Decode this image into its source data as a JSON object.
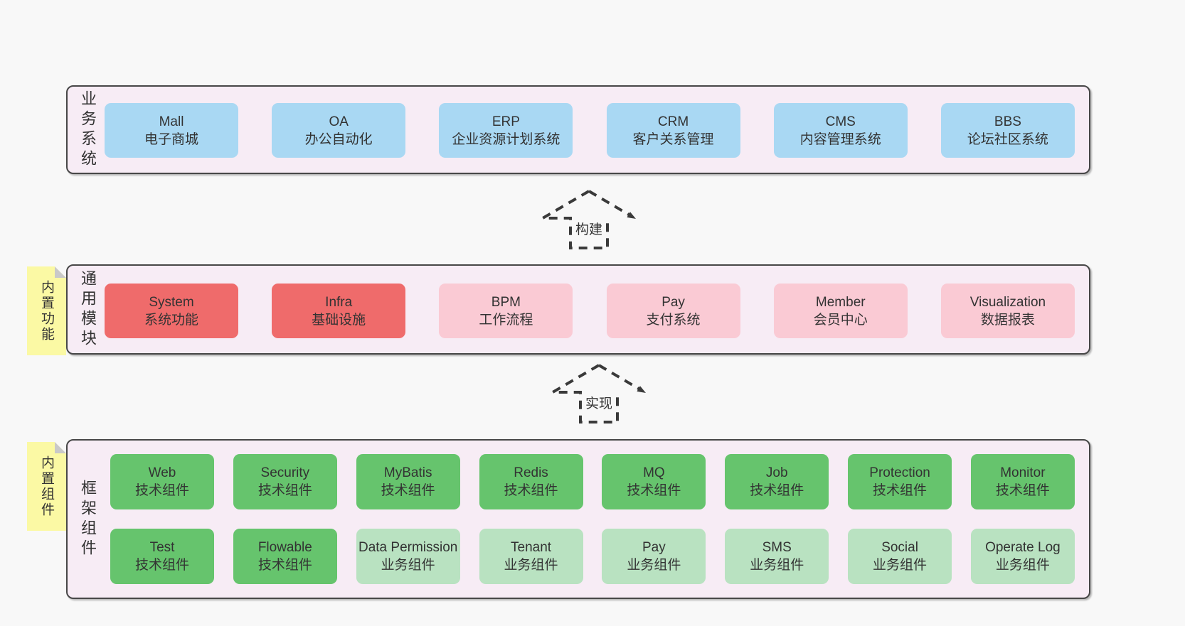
{
  "colors": {
    "page_bg": "#f8f8f8",
    "panel_bg": "#f7ecf5",
    "panel_border": "#474747",
    "box_blue": "#a9d8f3",
    "box_red": "#ef6b6b",
    "box_pink": "#facad4",
    "box_green": "#66c46d",
    "box_light_green": "#b9e2c1",
    "note_yellow": "#fbf9a4",
    "note_fold": "#c9c9c9",
    "text": "#333333",
    "arrow": "#3a3a3a"
  },
  "arrows": [
    {
      "label": "构建"
    },
    {
      "label": "实现"
    }
  ],
  "sections": [
    {
      "label": "业务系统",
      "rows": [
        [
          {
            "title": "Mall",
            "subtitle": "电子商城",
            "variant": "blue"
          },
          {
            "title": "OA",
            "subtitle": "办公自动化",
            "variant": "blue"
          },
          {
            "title": "ERP",
            "subtitle": "企业资源计划系统",
            "variant": "blue"
          },
          {
            "title": "CRM",
            "subtitle": "客户关系管理",
            "variant": "blue"
          },
          {
            "title": "CMS",
            "subtitle": "内容管理系统",
            "variant": "blue"
          },
          {
            "title": "BBS",
            "subtitle": "论坛社区系统",
            "variant": "blue"
          }
        ]
      ]
    },
    {
      "label": "通用模块",
      "note": "内置功能",
      "rows": [
        [
          {
            "title": "System",
            "subtitle": "系统功能",
            "variant": "red"
          },
          {
            "title": "Infra",
            "subtitle": "基础设施",
            "variant": "red"
          },
          {
            "title": "BPM",
            "subtitle": "工作流程",
            "variant": "pink"
          },
          {
            "title": "Pay",
            "subtitle": "支付系统",
            "variant": "pink"
          },
          {
            "title": "Member",
            "subtitle": "会员中心",
            "variant": "pink"
          },
          {
            "title": "Visualization",
            "subtitle": "数据报表",
            "variant": "pink"
          }
        ]
      ]
    },
    {
      "label": "框架组件",
      "note": "内置组件",
      "rows": [
        [
          {
            "title": "Web",
            "subtitle": "技术组件",
            "variant": "green"
          },
          {
            "title": "Security",
            "subtitle": "技术组件",
            "variant": "green"
          },
          {
            "title": "MyBatis",
            "subtitle": "技术组件",
            "variant": "green"
          },
          {
            "title": "Redis",
            "subtitle": "技术组件",
            "variant": "green"
          },
          {
            "title": "MQ",
            "subtitle": "技术组件",
            "variant": "green"
          },
          {
            "title": "Job",
            "subtitle": "技术组件",
            "variant": "green"
          },
          {
            "title": "Protection",
            "subtitle": "技术组件",
            "variant": "green"
          },
          {
            "title": "Monitor",
            "subtitle": "技术组件",
            "variant": "green"
          }
        ],
        [
          {
            "title": "Test",
            "subtitle": "技术组件",
            "variant": "green"
          },
          {
            "title": "Flowable",
            "subtitle": "技术组件",
            "variant": "green"
          },
          {
            "title": "Data Permission",
            "subtitle": "业务组件",
            "variant": "light_green"
          },
          {
            "title": "Tenant",
            "subtitle": "业务组件",
            "variant": "light_green"
          },
          {
            "title": "Pay",
            "subtitle": "业务组件",
            "variant": "light_green"
          },
          {
            "title": "SMS",
            "subtitle": "业务组件",
            "variant": "light_green"
          },
          {
            "title": "Social",
            "subtitle": "业务组件",
            "variant": "light_green"
          },
          {
            "title": "Operate Log",
            "subtitle": "业务组件",
            "variant": "light_green"
          }
        ]
      ]
    }
  ]
}
